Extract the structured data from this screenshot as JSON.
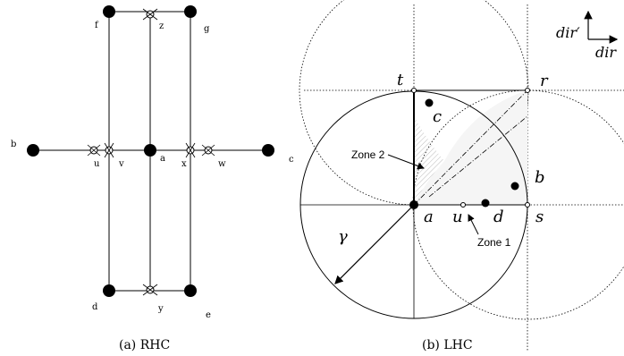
{
  "captions": {
    "left": "(a) RHC",
    "right": "(b) LHC"
  },
  "rhc": {
    "nodes": {
      "f": "f",
      "z": "z",
      "g": "g",
      "b": "b",
      "u": "u",
      "v": "v",
      "a": "a",
      "x": "x",
      "w": "w",
      "c": "c",
      "d": "d",
      "y": "y",
      "e": "e"
    }
  },
  "lhc": {
    "points": {
      "t": "t",
      "r": "r",
      "c": "c",
      "b": "b",
      "a": "a",
      "u": "u",
      "d": "d",
      "s": "s"
    },
    "gamma": "γ",
    "zone1": "Zone 1",
    "zone2": "Zone 2",
    "dir": "dir",
    "dir_prime": "dir′"
  }
}
